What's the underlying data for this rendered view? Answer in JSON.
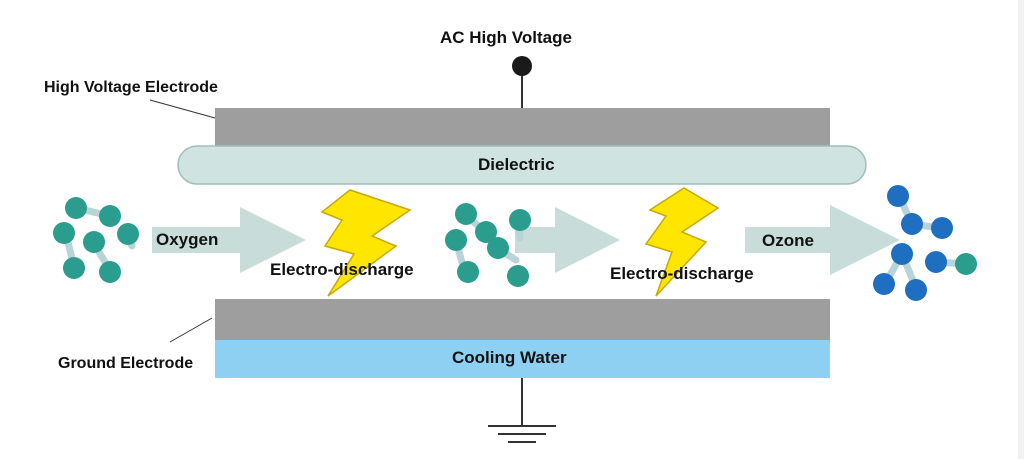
{
  "labels": {
    "ac_high_voltage": "AC High Voltage",
    "high_voltage_electrode": "High Voltage Electrode",
    "dielectric": "Dielectric",
    "oxygen": "Oxygen",
    "electro_discharge_1": "Electro-discharge",
    "electro_discharge_2": "Electro-discharge",
    "ozone": "Ozone",
    "ground_electrode": "Ground Electrode",
    "cooling_water": "Cooling Water"
  },
  "colors": {
    "electrode_gray": "#9e9e9e",
    "dielectric_fill": "#cfe3e0",
    "dielectric_stroke": "#9fbfbb",
    "arrow_fill": "#c8ddd9",
    "cooling_water": "#8dd0f2",
    "oxygen_atom": "#2a9d8f",
    "ozone_atom": "#1f6fc0",
    "bond": "#b8d4d8",
    "lightning_fill": "#ffe600",
    "lightning_stroke": "#c9a800"
  },
  "icons": {
    "terminal": "ac-terminal-icon",
    "ground": "ground-symbol-icon",
    "lightning": "lightning-bolt-icon",
    "molecule": "molecule-icon"
  }
}
